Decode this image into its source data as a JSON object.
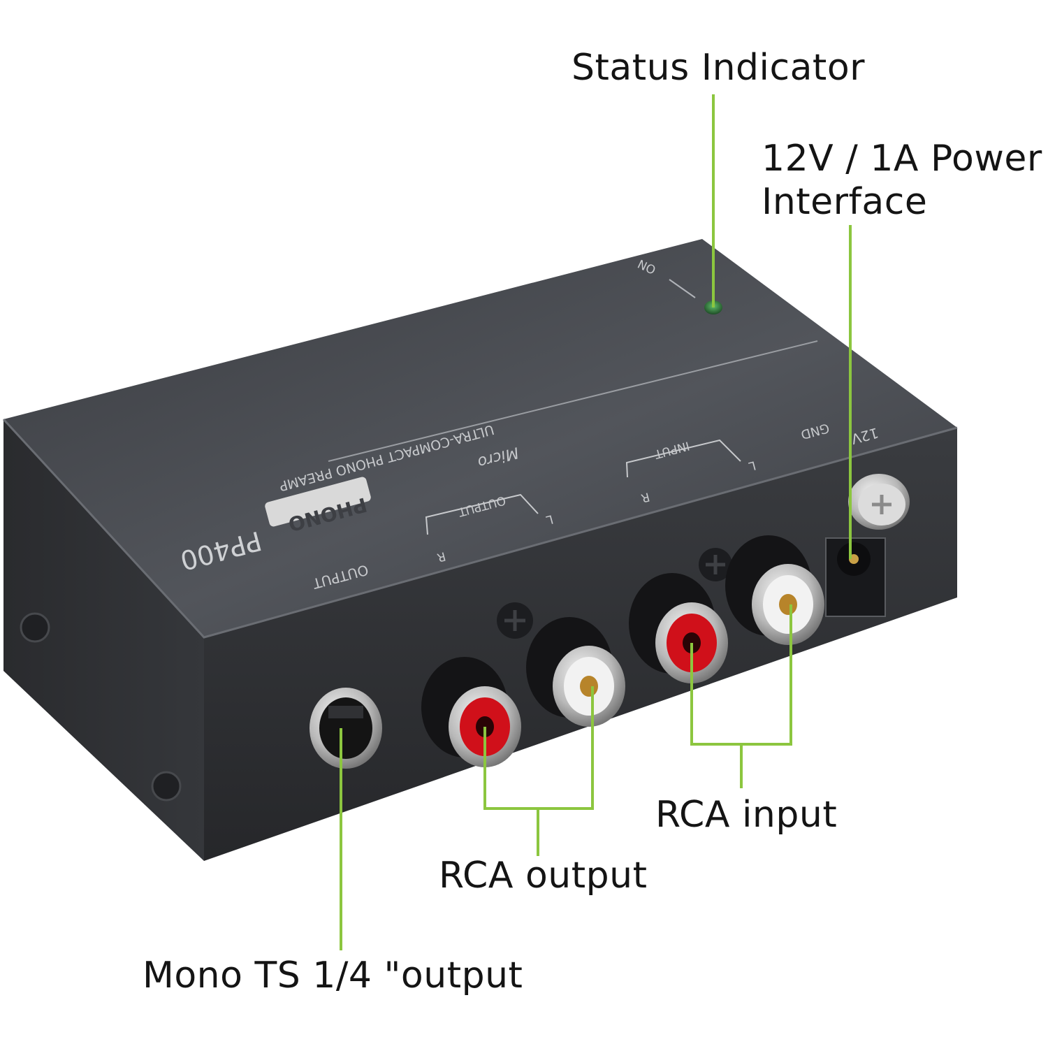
{
  "labels": {
    "status_indicator": "Status Indicator",
    "power_line1": "12V / 1A Power",
    "power_line2": "Interface",
    "rca_input": "RCA input",
    "rca_output": "RCA output",
    "mono_output": "Mono TS 1/4 \"output"
  },
  "device": {
    "model": "PP400",
    "brand_badge": "PHONO",
    "brand_script": "Micro",
    "subtitle": "ULTRA-COMPACT PHONO PREAMP",
    "on_label": "ON",
    "output_group": "OUTPUT",
    "input_group": "INPUT",
    "left_mark": "L",
    "right_mark": "R",
    "ts_output_label": "OUTPUT",
    "power_spec": "12V",
    "gnd_label": "GND"
  },
  "colors": {
    "callout_line": "#8cc63f",
    "body_top": "#474a50",
    "body_front": "#2e3034",
    "rca_red": "#d0101a",
    "rca_white": "#f2f2f2",
    "led": "#2f7a3a"
  }
}
